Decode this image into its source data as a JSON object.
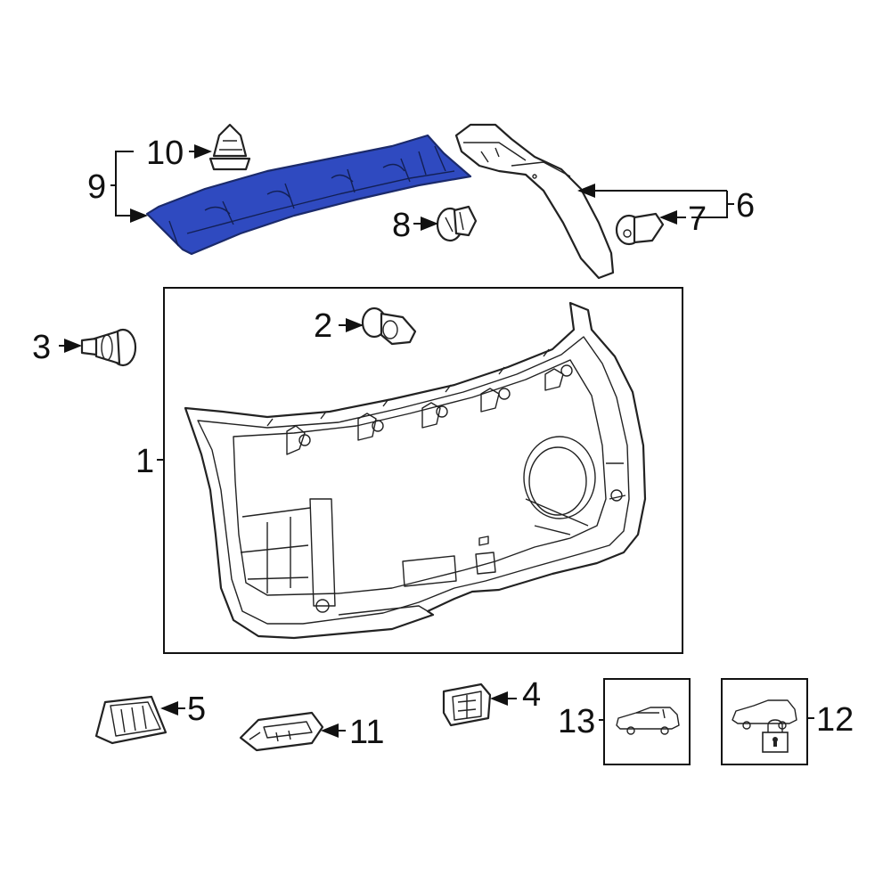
{
  "callouts": [
    {
      "id": "c1",
      "text": "1"
    },
    {
      "id": "c2",
      "text": "2"
    },
    {
      "id": "c3",
      "text": "3"
    },
    {
      "id": "c4",
      "text": "4"
    },
    {
      "id": "c5",
      "text": "5"
    },
    {
      "id": "c6",
      "text": "6"
    },
    {
      "id": "c7",
      "text": "7"
    },
    {
      "id": "c8",
      "text": "8"
    },
    {
      "id": "c9",
      "text": "9"
    },
    {
      "id": "c10",
      "text": "10"
    },
    {
      "id": "c11",
      "text": "11"
    },
    {
      "id": "c12",
      "text": "12"
    },
    {
      "id": "c13",
      "text": "13"
    }
  ],
  "highlight": {
    "part": "9",
    "color": "#2f4ac0"
  },
  "icons": {
    "vehicle_box_13": "vehicle-outline-icon",
    "vehicle_box_12": "vehicle-with-lock-icon"
  }
}
